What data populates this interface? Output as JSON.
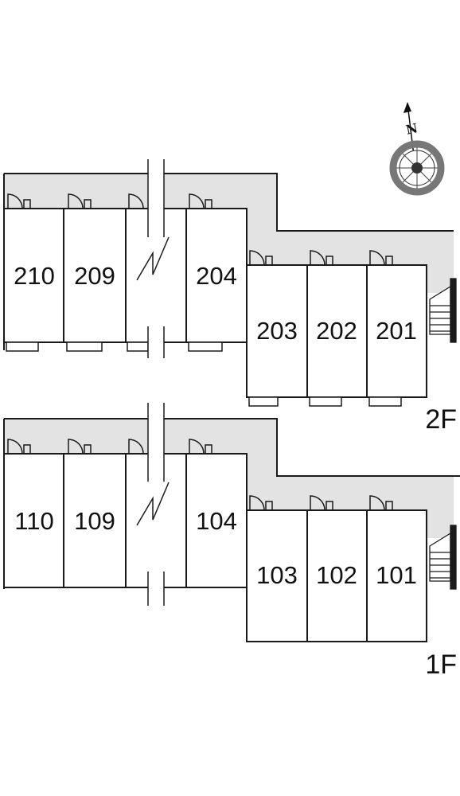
{
  "floors": [
    {
      "label": "2F",
      "rooms": [
        "210",
        "209",
        "204",
        "203",
        "202",
        "201"
      ]
    },
    {
      "label": "1F",
      "rooms": [
        "110",
        "109",
        "104",
        "103",
        "102",
        "101"
      ]
    }
  ],
  "compass": {
    "north_label": "N",
    "icon": "compass-icon"
  },
  "colors": {
    "corridor": "#e3e3e3",
    "wall": "#1a1a1a",
    "background": "#ffffff"
  }
}
